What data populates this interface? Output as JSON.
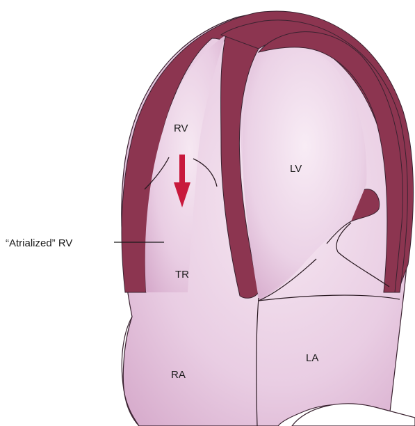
{
  "labels": {
    "rv": "RV",
    "lv": "LV",
    "tr": "TR",
    "ra": "RA",
    "la": "LA",
    "atrialized_rv": "“Atrialized” RV"
  },
  "colors": {
    "myocardium": "#8c3550",
    "chamber_fill": "#e7c9e1",
    "chamber_light": "#f3e3ef",
    "regurgitation_arrow": "#c8193c",
    "outline": "#3a2230"
  }
}
